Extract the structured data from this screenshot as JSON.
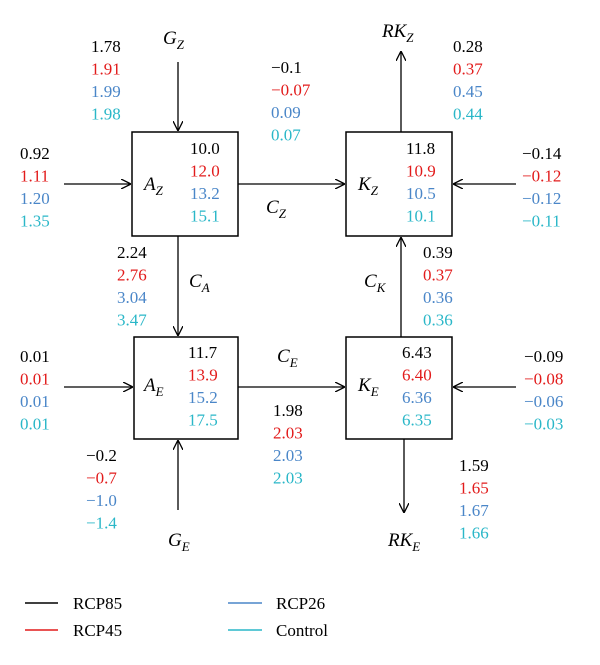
{
  "colors": {
    "RCP85": "#000000",
    "RCP45": "#e21b1b",
    "RCP26": "#4a86c8",
    "Control": "#2ab7c8"
  },
  "labels": {
    "GZ": {
      "main": "G",
      "sub": "Z"
    },
    "GE": {
      "main": "G",
      "sub": "E"
    },
    "RKZ": {
      "main": "RK",
      "sub": "Z"
    },
    "RKE": {
      "main": "RK",
      "sub": "E"
    },
    "AZ": {
      "main": "A",
      "sub": "Z"
    },
    "AE": {
      "main": "A",
      "sub": "E"
    },
    "KZ": {
      "main": "K",
      "sub": "Z"
    },
    "KE": {
      "main": "K",
      "sub": "E"
    },
    "CZ": {
      "main": "C",
      "sub": "Z"
    },
    "CA": {
      "main": "C",
      "sub": "A"
    },
    "CK": {
      "main": "C",
      "sub": "K"
    },
    "CE": {
      "main": "C",
      "sub": "E"
    }
  },
  "values": {
    "GZ": [
      "1.78",
      "1.91",
      "1.99",
      "1.98"
    ],
    "AZ_in": [
      "0.92",
      "1.11",
      "1.20",
      "1.35"
    ],
    "AZ_box": [
      "10.0",
      "12.0",
      "13.2",
      "15.1"
    ],
    "CZ": [
      "−0.1",
      "−0.07",
      "0.09",
      "0.07"
    ],
    "RKZ": [
      "0.28",
      "0.37",
      "0.45",
      "0.44"
    ],
    "KZ_box": [
      "11.8",
      "10.9",
      "10.5",
      "10.1"
    ],
    "KZ_in": [
      "−0.14",
      "−0.12",
      "−0.12",
      "−0.11"
    ],
    "CA": [
      "2.24",
      "2.76",
      "3.04",
      "3.47"
    ],
    "CK": [
      "0.39",
      "0.37",
      "0.36",
      "0.36"
    ],
    "AE_in": [
      "0.01",
      "0.01",
      "0.01",
      "0.01"
    ],
    "AE_box": [
      "11.7",
      "13.9",
      "15.2",
      "17.5"
    ],
    "KE_box": [
      "6.43",
      "6.40",
      "6.36",
      "6.35"
    ],
    "KE_in": [
      "−0.09",
      "−0.08",
      "−0.06",
      "−0.03"
    ],
    "CE": [
      "1.98",
      "2.03",
      "2.03",
      "2.03"
    ],
    "GE": [
      "−0.2",
      "−0.7",
      "−1.0",
      "−1.4"
    ],
    "RKE": [
      "1.59",
      "1.65",
      "1.67",
      "1.66"
    ]
  },
  "legend": [
    "RCP85",
    "RCP45",
    "RCP26",
    "Control"
  ]
}
